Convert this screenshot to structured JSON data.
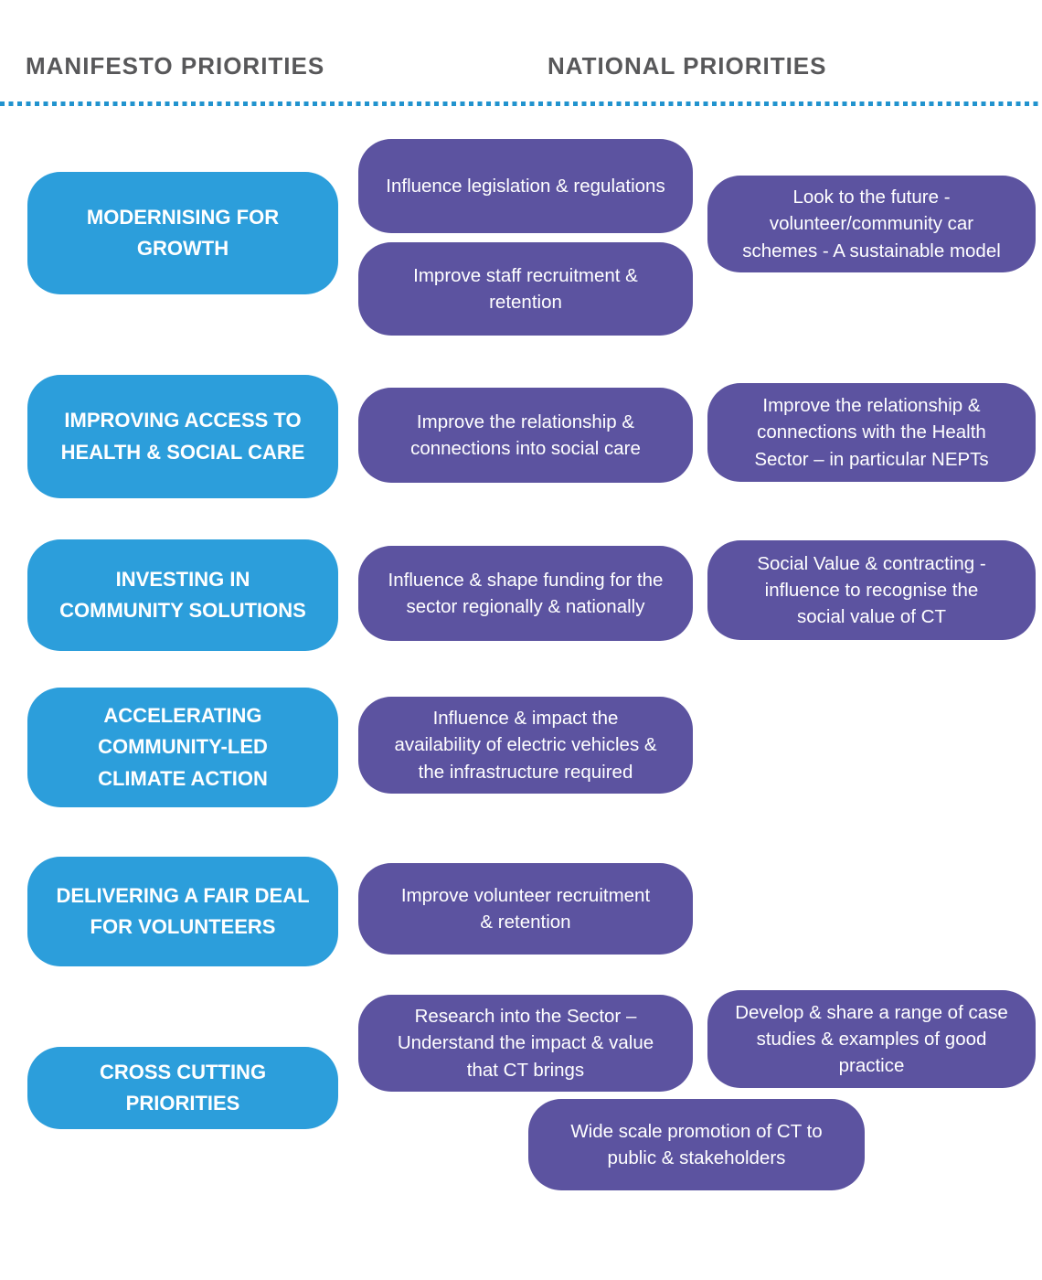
{
  "headings": {
    "manifesto": "MANIFESTO PRIORITIES",
    "national": "NATIONAL PRIORITIES"
  },
  "colors": {
    "manifesto_blue": "#2C9EDB",
    "national_purple": "#5C53A0",
    "heading_gray": "#58585A",
    "divider_blue": "#2193CE",
    "box_text": "#FFFFFF"
  },
  "manifesto_priorities": [
    {
      "label": "MODERNISING FOR\nGROWTH"
    },
    {
      "label": "IMPROVING ACCESS TO\nHEALTH & SOCIAL CARE"
    },
    {
      "label": "INVESTING IN\nCOMMUNITY SOLUTIONS"
    },
    {
      "label": "ACCELERATING\nCOMMUNITY-LED\nCLIMATE ACTION"
    },
    {
      "label": "DELIVERING A FAIR DEAL\nFOR VOLUNTEERS"
    },
    {
      "label": "CROSS CUTTING\nPRIORITIES"
    }
  ],
  "national_priorities": [
    {
      "label": "Influence legislation & regulations"
    },
    {
      "label": "Improve staff recruitment &\nretention"
    },
    {
      "label": "Look to the future -\nvolunteer/community car\nschemes - A sustainable model"
    },
    {
      "label": "Improve the relationship &\nconnections into social care"
    },
    {
      "label": "Improve the relationship &\nconnections with the Health\nSector – in particular NEPTs"
    },
    {
      "label": "Influence & shape funding for the\nsector regionally & nationally"
    },
    {
      "label": "Social Value & contracting -\ninfluence to recognise the\nsocial value of CT"
    },
    {
      "label": "Influence & impact the\navailability of electric vehicles &\nthe infrastructure required"
    },
    {
      "label": "Improve volunteer recruitment\n& retention"
    },
    {
      "label": "Research into the Sector –\nUnderstand the impact & value\nthat CT brings"
    },
    {
      "label": "Develop & share a range of case\nstudies & examples of good\npractice"
    },
    {
      "label": "Wide scale promotion of CT to\npublic & stakeholders"
    }
  ]
}
